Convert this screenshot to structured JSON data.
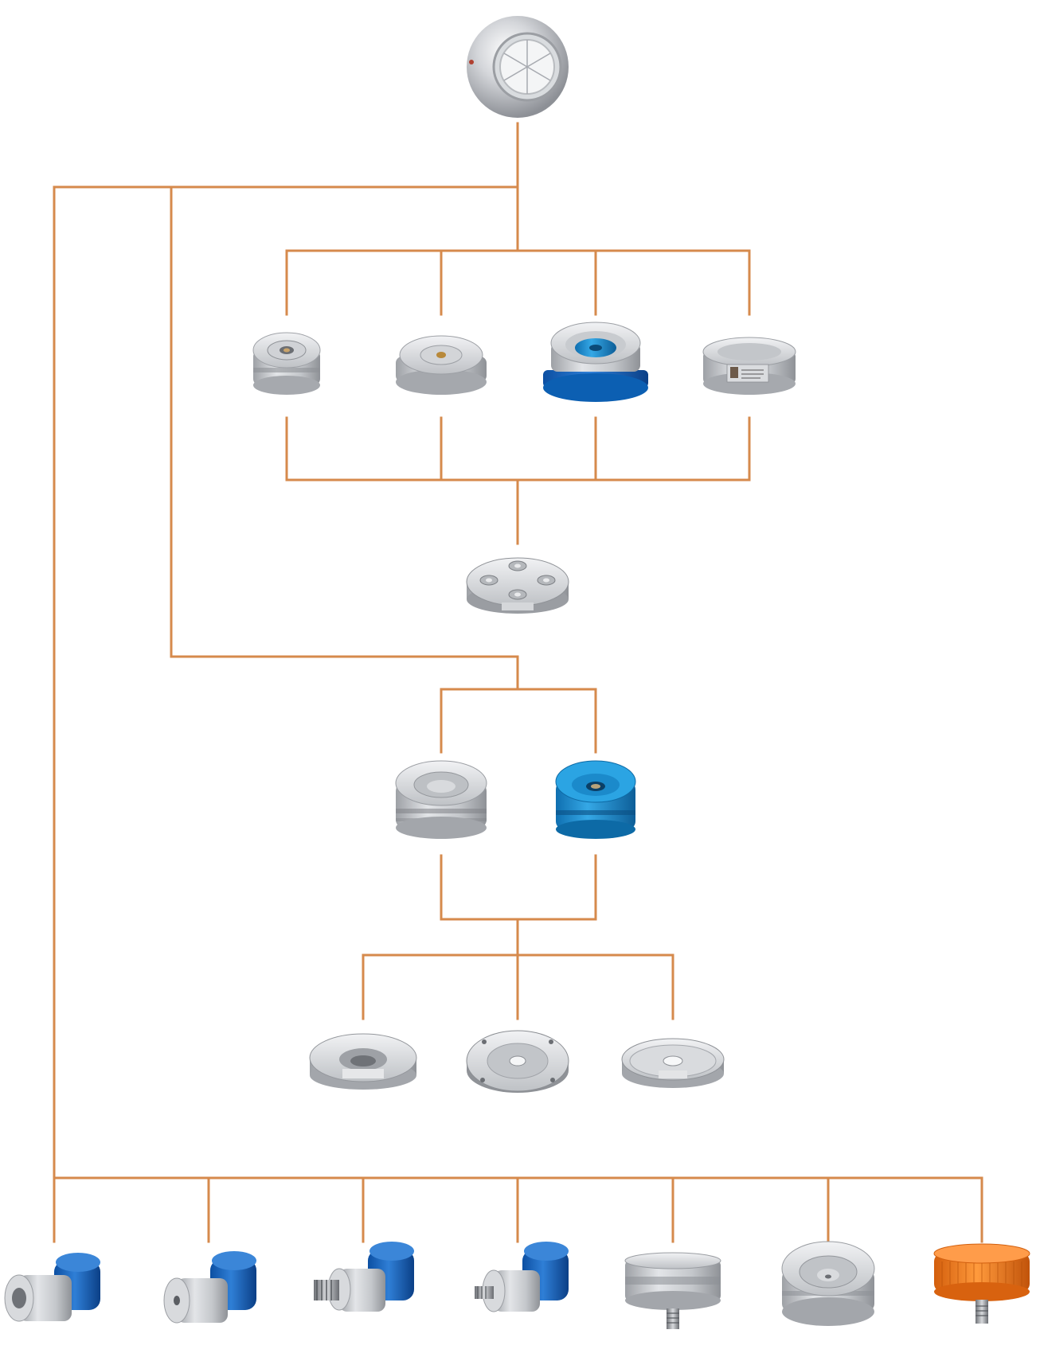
{
  "diagram": {
    "type": "product-compatibility-tree",
    "connector_color": "#d68a4c",
    "nodes": [
      {
        "id": "sphere-prism",
        "level": 0,
        "kind": "reflector-sphere",
        "colors": [
          "#c9ccd1"
        ]
      },
      {
        "id": "nest-small-threaded",
        "level": 1,
        "kind": "nest",
        "colors": [
          "#c9ccd1"
        ]
      },
      {
        "id": "nest-wide-threaded",
        "level": 1,
        "kind": "nest",
        "colors": [
          "#c9ccd1"
        ]
      },
      {
        "id": "nest-blue-base",
        "level": 1,
        "kind": "nest",
        "colors": [
          "#c9ccd1",
          "#1f8fd6"
        ]
      },
      {
        "id": "nest-labeled-ring",
        "level": 1,
        "kind": "nest",
        "colors": [
          "#c9ccd1"
        ]
      },
      {
        "id": "three-point-base",
        "level": 2,
        "kind": "base",
        "colors": [
          "#b9bcc1"
        ]
      },
      {
        "id": "nest-grooved-silver",
        "level": 3,
        "kind": "nest",
        "colors": [
          "#c9ccd1"
        ]
      },
      {
        "id": "nest-grooved-blue",
        "level": 3,
        "kind": "nest",
        "colors": [
          "#1f9ad9"
        ]
      },
      {
        "id": "cone-plate",
        "level": 4,
        "kind": "plate",
        "colors": [
          "#c9ccd1"
        ]
      },
      {
        "id": "flat-plate-holes",
        "level": 4,
        "kind": "plate",
        "colors": [
          "#b9bcc1"
        ]
      },
      {
        "id": "rim-plate",
        "level": 4,
        "kind": "plate",
        "colors": [
          "#c9ccd1"
        ]
      },
      {
        "id": "adapter-female-large",
        "level": 5,
        "kind": "adapter",
        "colors": [
          "#c9ccd1",
          "#1f6fc9"
        ]
      },
      {
        "id": "adapter-female-small",
        "level": 5,
        "kind": "adapter",
        "colors": [
          "#c9ccd1",
          "#1f6fc9"
        ]
      },
      {
        "id": "adapter-male-large",
        "level": 5,
        "kind": "adapter",
        "colors": [
          "#c9ccd1",
          "#1f6fc9"
        ]
      },
      {
        "id": "adapter-male-small",
        "level": 5,
        "kind": "adapter",
        "colors": [
          "#c9ccd1",
          "#1f6fc9"
        ]
      },
      {
        "id": "nest-grooved-screw",
        "level": 5,
        "kind": "adapter",
        "colors": [
          "#c9ccd1"
        ]
      },
      {
        "id": "nest-engraved-screw",
        "level": 5,
        "kind": "adapter",
        "colors": [
          "#c9ccd1"
        ]
      },
      {
        "id": "knurled-orange-screw",
        "level": 5,
        "kind": "adapter",
        "colors": [
          "#f07c1e"
        ]
      }
    ]
  }
}
